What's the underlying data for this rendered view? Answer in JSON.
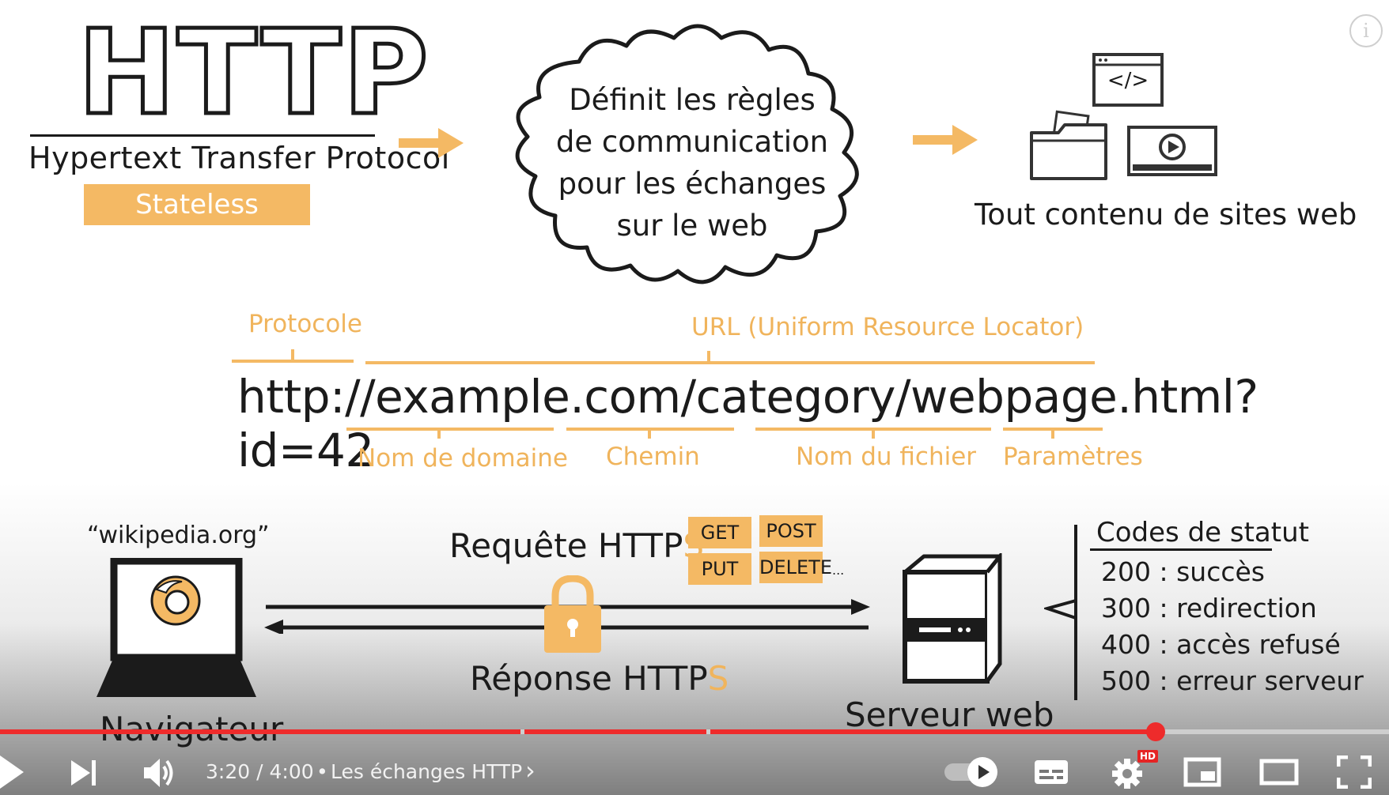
{
  "slide": {
    "title": "HTTP",
    "subtitle": "Hypertext Transfer Protocol",
    "tag": "Stateless",
    "cloud_lines": [
      "Définit les règles",
      "de communication",
      "pour les échanges",
      "sur le web"
    ],
    "content_caption": "Tout contenu de sites web",
    "code_icon_text": "</>",
    "url_labels": {
      "protocol": "Protocole",
      "url": "URL (Uniform Resource Locator)",
      "domain": "Nom de domaine",
      "path": "Chemin",
      "file": "Nom du fichier",
      "params": "Paramètres"
    },
    "url": "http://example.com/category/webpage.html?id=42",
    "browser_site": "“wikipedia.org”",
    "browser_label": "Navigateur",
    "request_prefix": "Requête HTTP",
    "response_prefix": "Réponse HTTP",
    "secure_suffix": "S",
    "methods": [
      "GET",
      "POST",
      "PUT",
      "DELETE"
    ],
    "methods_more": "...",
    "server_label": "Serveur web",
    "status_title": "Codes de statut",
    "status_codes": [
      "200 : succès",
      "300 : redirection",
      "400 : accès refusé",
      "500 : erreur serveur"
    ]
  },
  "player": {
    "time_current": "3:20",
    "time_total": "4:00",
    "time_sep": "/",
    "bullet": "•",
    "chapter": "Les échanges HTTP",
    "chevron": "›",
    "hd_badge": "HD",
    "info_icon": "i",
    "progress_fraction": 0.8333,
    "accent_color": "#ee2b2b",
    "highlight_color": "#f4b964",
    "icons": [
      "play-icon",
      "next-icon",
      "volume-icon",
      "autoplay-toggle",
      "subtitles-icon",
      "settings-icon",
      "miniplayer-icon",
      "theater-icon",
      "fullscreen-icon",
      "info-icon"
    ]
  }
}
